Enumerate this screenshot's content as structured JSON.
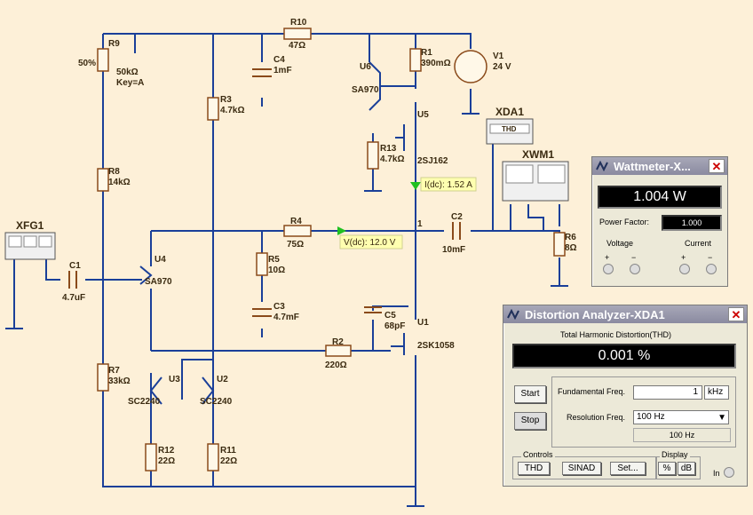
{
  "schematic": {
    "xfg1": "XFG1",
    "xda1": "XDA1",
    "xwm1": "XWM1",
    "xda_thd": "THD",
    "r9": "R9",
    "r9_pct": "50%",
    "r9_val": "50kΩ",
    "r9_key": "Key=A",
    "r10": "R10",
    "r10_val": "47Ω",
    "c4": "C4",
    "c4_val": "1mF",
    "r1": "R1",
    "r1_val": "390mΩ",
    "v1": "V1",
    "v1_val": "24 V",
    "u6": "U6",
    "u6_type": "SA970",
    "r3": "R3",
    "r3_val": "4.7kΩ",
    "u5": "U5",
    "u5_type": "2SJ162",
    "r13": "R13",
    "r13_val": "4.7kΩ",
    "r8": "R8",
    "r8_val": "14kΩ",
    "probe_i": "I(dc): 1.52 A",
    "r4": "R4",
    "r4_val": "75Ω",
    "probe_v": "V(dc): 12.0 V",
    "node1": "1",
    "c2": "C2",
    "c2_val": "10mF",
    "r6": "R6",
    "r6_val": "8Ω",
    "c1": "C1",
    "c1_val": "4.7uF",
    "u4": "U4",
    "u4_type": "SA970",
    "r5": "R5",
    "r5_val": "10Ω",
    "c3": "C3",
    "c3_val": "4.7mF",
    "c5": "C5",
    "c5_val": "68pF",
    "u1": "U1",
    "u1_type": "2SK1058",
    "r2": "R2",
    "r2_val": "220Ω",
    "r7": "R7",
    "r7_val": "33kΩ",
    "u3": "U3",
    "u2": "U2",
    "sc1": "SC2240",
    "sc2": "SC2240",
    "r12": "R12",
    "r12_val": "22Ω",
    "r11": "R11",
    "r11_val": "22Ω"
  },
  "wattmeter": {
    "title": "Wattmeter-X...",
    "reading": "1.004 W",
    "pf_label": "Power Factor:",
    "pf_value": "1.000",
    "voltage": "Voltage",
    "current": "Current",
    "plus": "+",
    "minus": "−"
  },
  "distortion": {
    "title": "Distortion Analyzer-XDA1",
    "heading": "Total Harmonic Distortion(THD)",
    "reading": "0.001 %",
    "start": "Start",
    "stop": "Stop",
    "fund_label": "Fundamental Freq.",
    "fund_value": "1",
    "fund_unit": "kHz",
    "res_label": "Resolution Freq.",
    "res_value": "100 Hz",
    "res_below": "100 Hz",
    "controls": "Controls",
    "thd": "THD",
    "sinad": "SINAD",
    "set": "Set...",
    "display": "Display",
    "pct": "%",
    "db": "dB",
    "in": "In"
  }
}
